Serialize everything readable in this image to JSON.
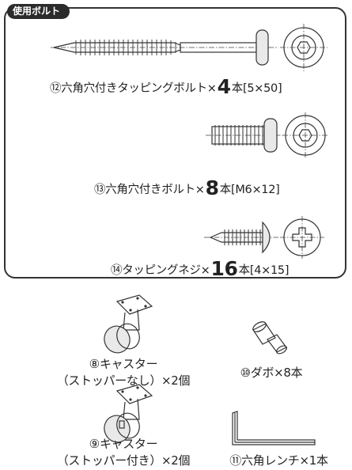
{
  "panel": {
    "tag": "使用ボルト",
    "items": [
      {
        "pre": "⑫六角穴付きタッピングボルト×",
        "qty": "4",
        "post": "本[5×50]"
      },
      {
        "pre": "⑬六角穴付きボルト×",
        "qty": "8",
        "post": "本[M6×12]"
      },
      {
        "pre": "⑭タッピングネジ×",
        "qty": "16",
        "post": "本[4×15]"
      }
    ]
  },
  "parts": {
    "caster_stopperless": {
      "line1": "⑧キャスター",
      "line2": "（ストッパーなし）×2個"
    },
    "dowel": {
      "label": "⑩ダボ×8本"
    },
    "caster_stopper": {
      "line1": "⑨キャスター",
      "line2": "（ストッパー付き）×2個"
    },
    "hex_wrench": {
      "label": "⑪六角レンチ×1本"
    }
  }
}
